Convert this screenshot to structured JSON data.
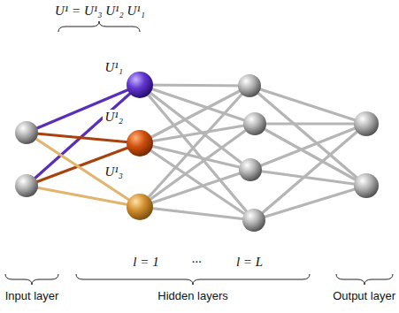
{
  "diagram": {
    "labels": [
      "U¹ = U¹₃ U¹₂ U¹₁",
      "U¹₁",
      "U¹₂",
      "U¹₃",
      "l = 1",
      "···",
      "l = L",
      "Input layer",
      "Hidden layers",
      "Output layer"
    ]
  }
}
